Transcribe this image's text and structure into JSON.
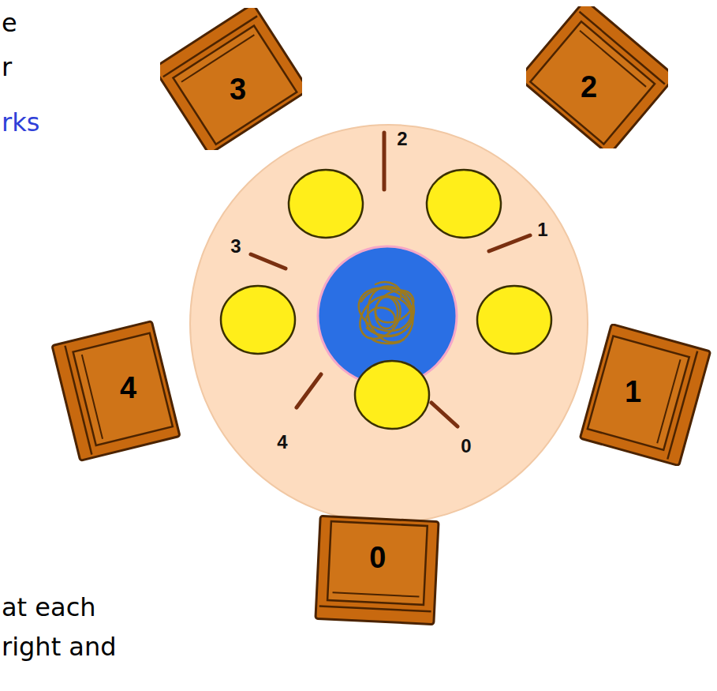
{
  "diagram": {
    "nodes": [
      {
        "text": [
          "3"
        ]
      },
      {
        "text": [
          "2"
        ]
      },
      {
        "text": [
          "4"
        ]
      },
      {
        "text": [
          "1"
        ]
      },
      {
        "text": [
          "0"
        ]
      }
    ],
    "labels": [
      "e",
      "r",
      "rks",
      "2",
      "1",
      "3",
      "4",
      "0",
      "at each",
      "right and"
    ]
  }
}
